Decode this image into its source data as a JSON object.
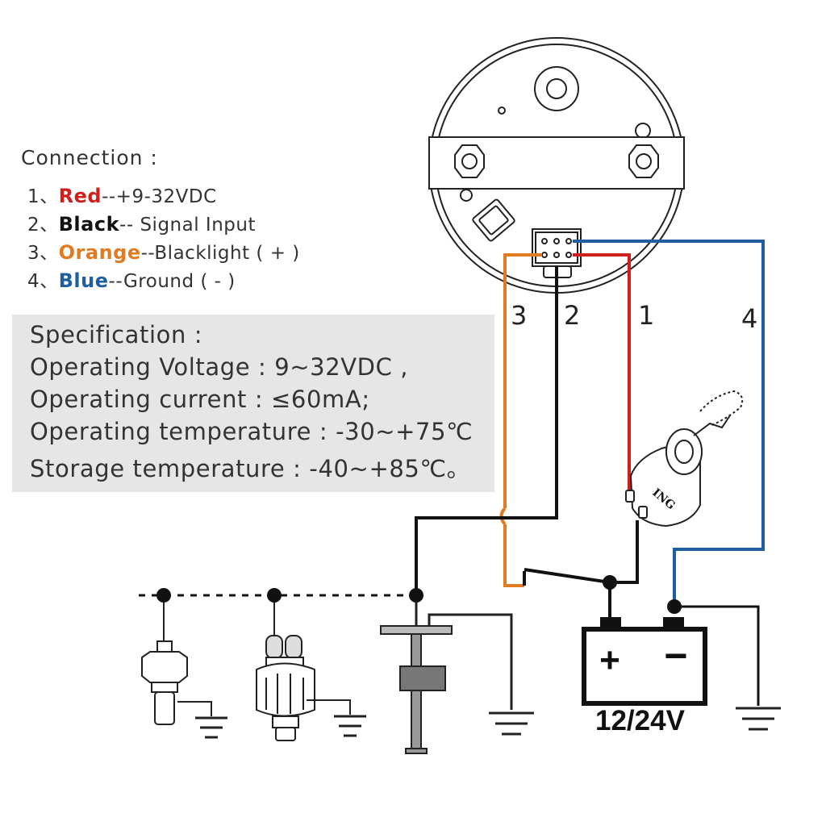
{
  "connection": {
    "title": "Connection :",
    "items": [
      {
        "num": "1、",
        "color_name": "Red",
        "color": "#d0201c",
        "desc": "--+9-32VDC"
      },
      {
        "num": "2、",
        "color_name": "Black",
        "color": "#111111",
        "desc": "-- Signal  Input"
      },
      {
        "num": "3、",
        "color_name": "Orange",
        "color": "#e07b22",
        "desc": "--Blacklight ( + )"
      },
      {
        "num": "4、",
        "color_name": "Blue",
        "color": "#1f5fa0",
        "desc": "--Ground ( - )"
      }
    ]
  },
  "specification": {
    "title": "Specification :",
    "lines": [
      "Operating Voltage : 9~32VDC ,",
      "Operating current : ≤60mA;",
      "Operating temperature : -30~+75℃",
      "Storage temperature : -40~+85℃。"
    ]
  },
  "wires": {
    "label_1": "1",
    "label_2": "2",
    "label_3": "3",
    "label_4": "4",
    "colors": {
      "red": "#d0201c",
      "black": "#111111",
      "orange": "#e07b22",
      "blue": "#1f5fa0"
    }
  },
  "ignition_label": "ING",
  "battery": {
    "plus": "+",
    "minus": "−",
    "voltage": "12/24V"
  }
}
